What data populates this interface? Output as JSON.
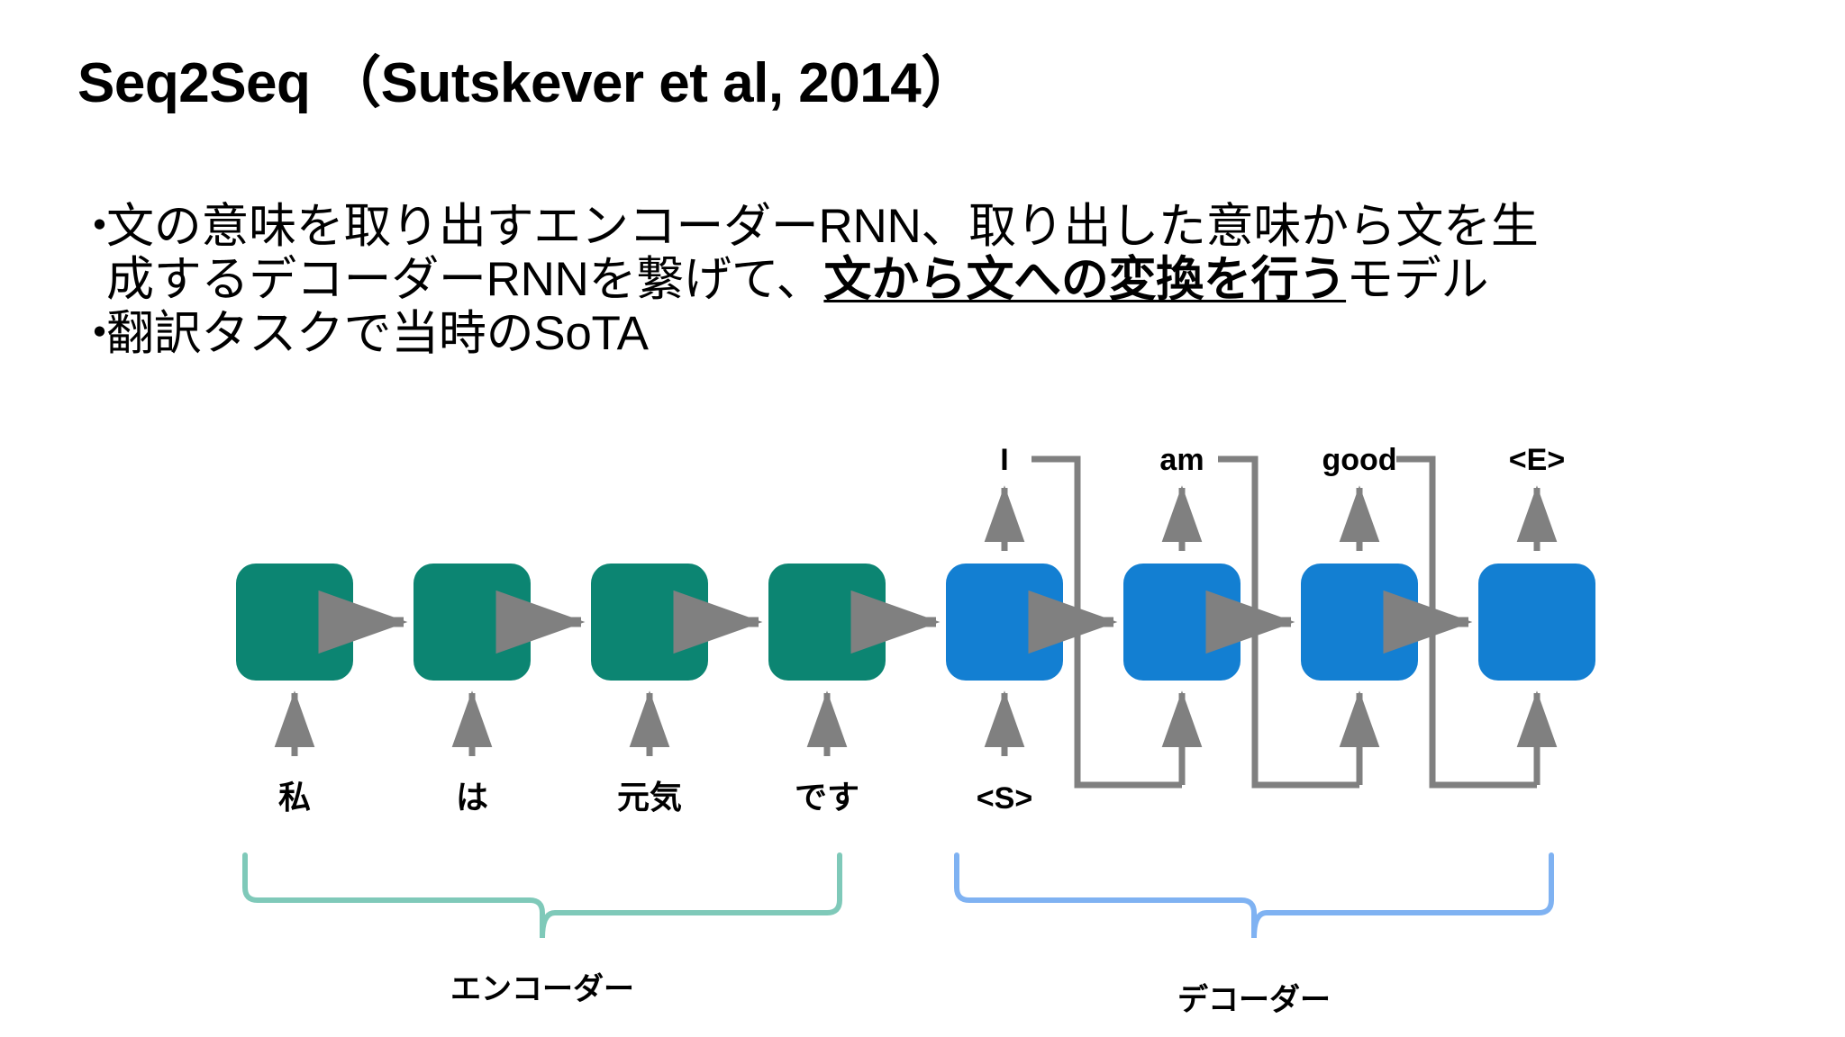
{
  "slide": {
    "background_color": "#ffffff",
    "title": "Seq2Seq （Sutskever et al, 2014）"
  },
  "body": {
    "bullets": [
      {
        "marker": "・",
        "line1": "文の意味を取り出すエンコーダーRNN、取り出した意味から文を生",
        "line2_pre": "成するデコーダーRNNを繋げて、",
        "line2_emph": "文から文への変換を行う",
        "line2_post": "モデル"
      },
      {
        "marker": "・",
        "line1": "翻訳タスクで当時のSoTA"
      }
    ]
  },
  "diagram": {
    "type": "seq2seq-architecture",
    "encoder": {
      "label": "エンコーダー",
      "cell_color": "#0C8572",
      "brace_color": "#7FC9B9",
      "inputs": [
        "私",
        "は",
        "元気",
        "です"
      ],
      "cell_count": 4
    },
    "decoder": {
      "label": "デコーダー",
      "cell_color": "#137FD2",
      "brace_color": "#7FB2F2",
      "inputs": [
        "<S>",
        "",
        "",
        ""
      ],
      "outputs": [
        "I",
        "am",
        "good",
        "<E>"
      ],
      "cell_count": 4
    },
    "arrow_color": "#808080",
    "notes": {
      "hidden_state_flow": "left-to-right arrows between all cells",
      "feedback_loops": "each decoder output is fed back as the next decoder cell's input"
    }
  }
}
